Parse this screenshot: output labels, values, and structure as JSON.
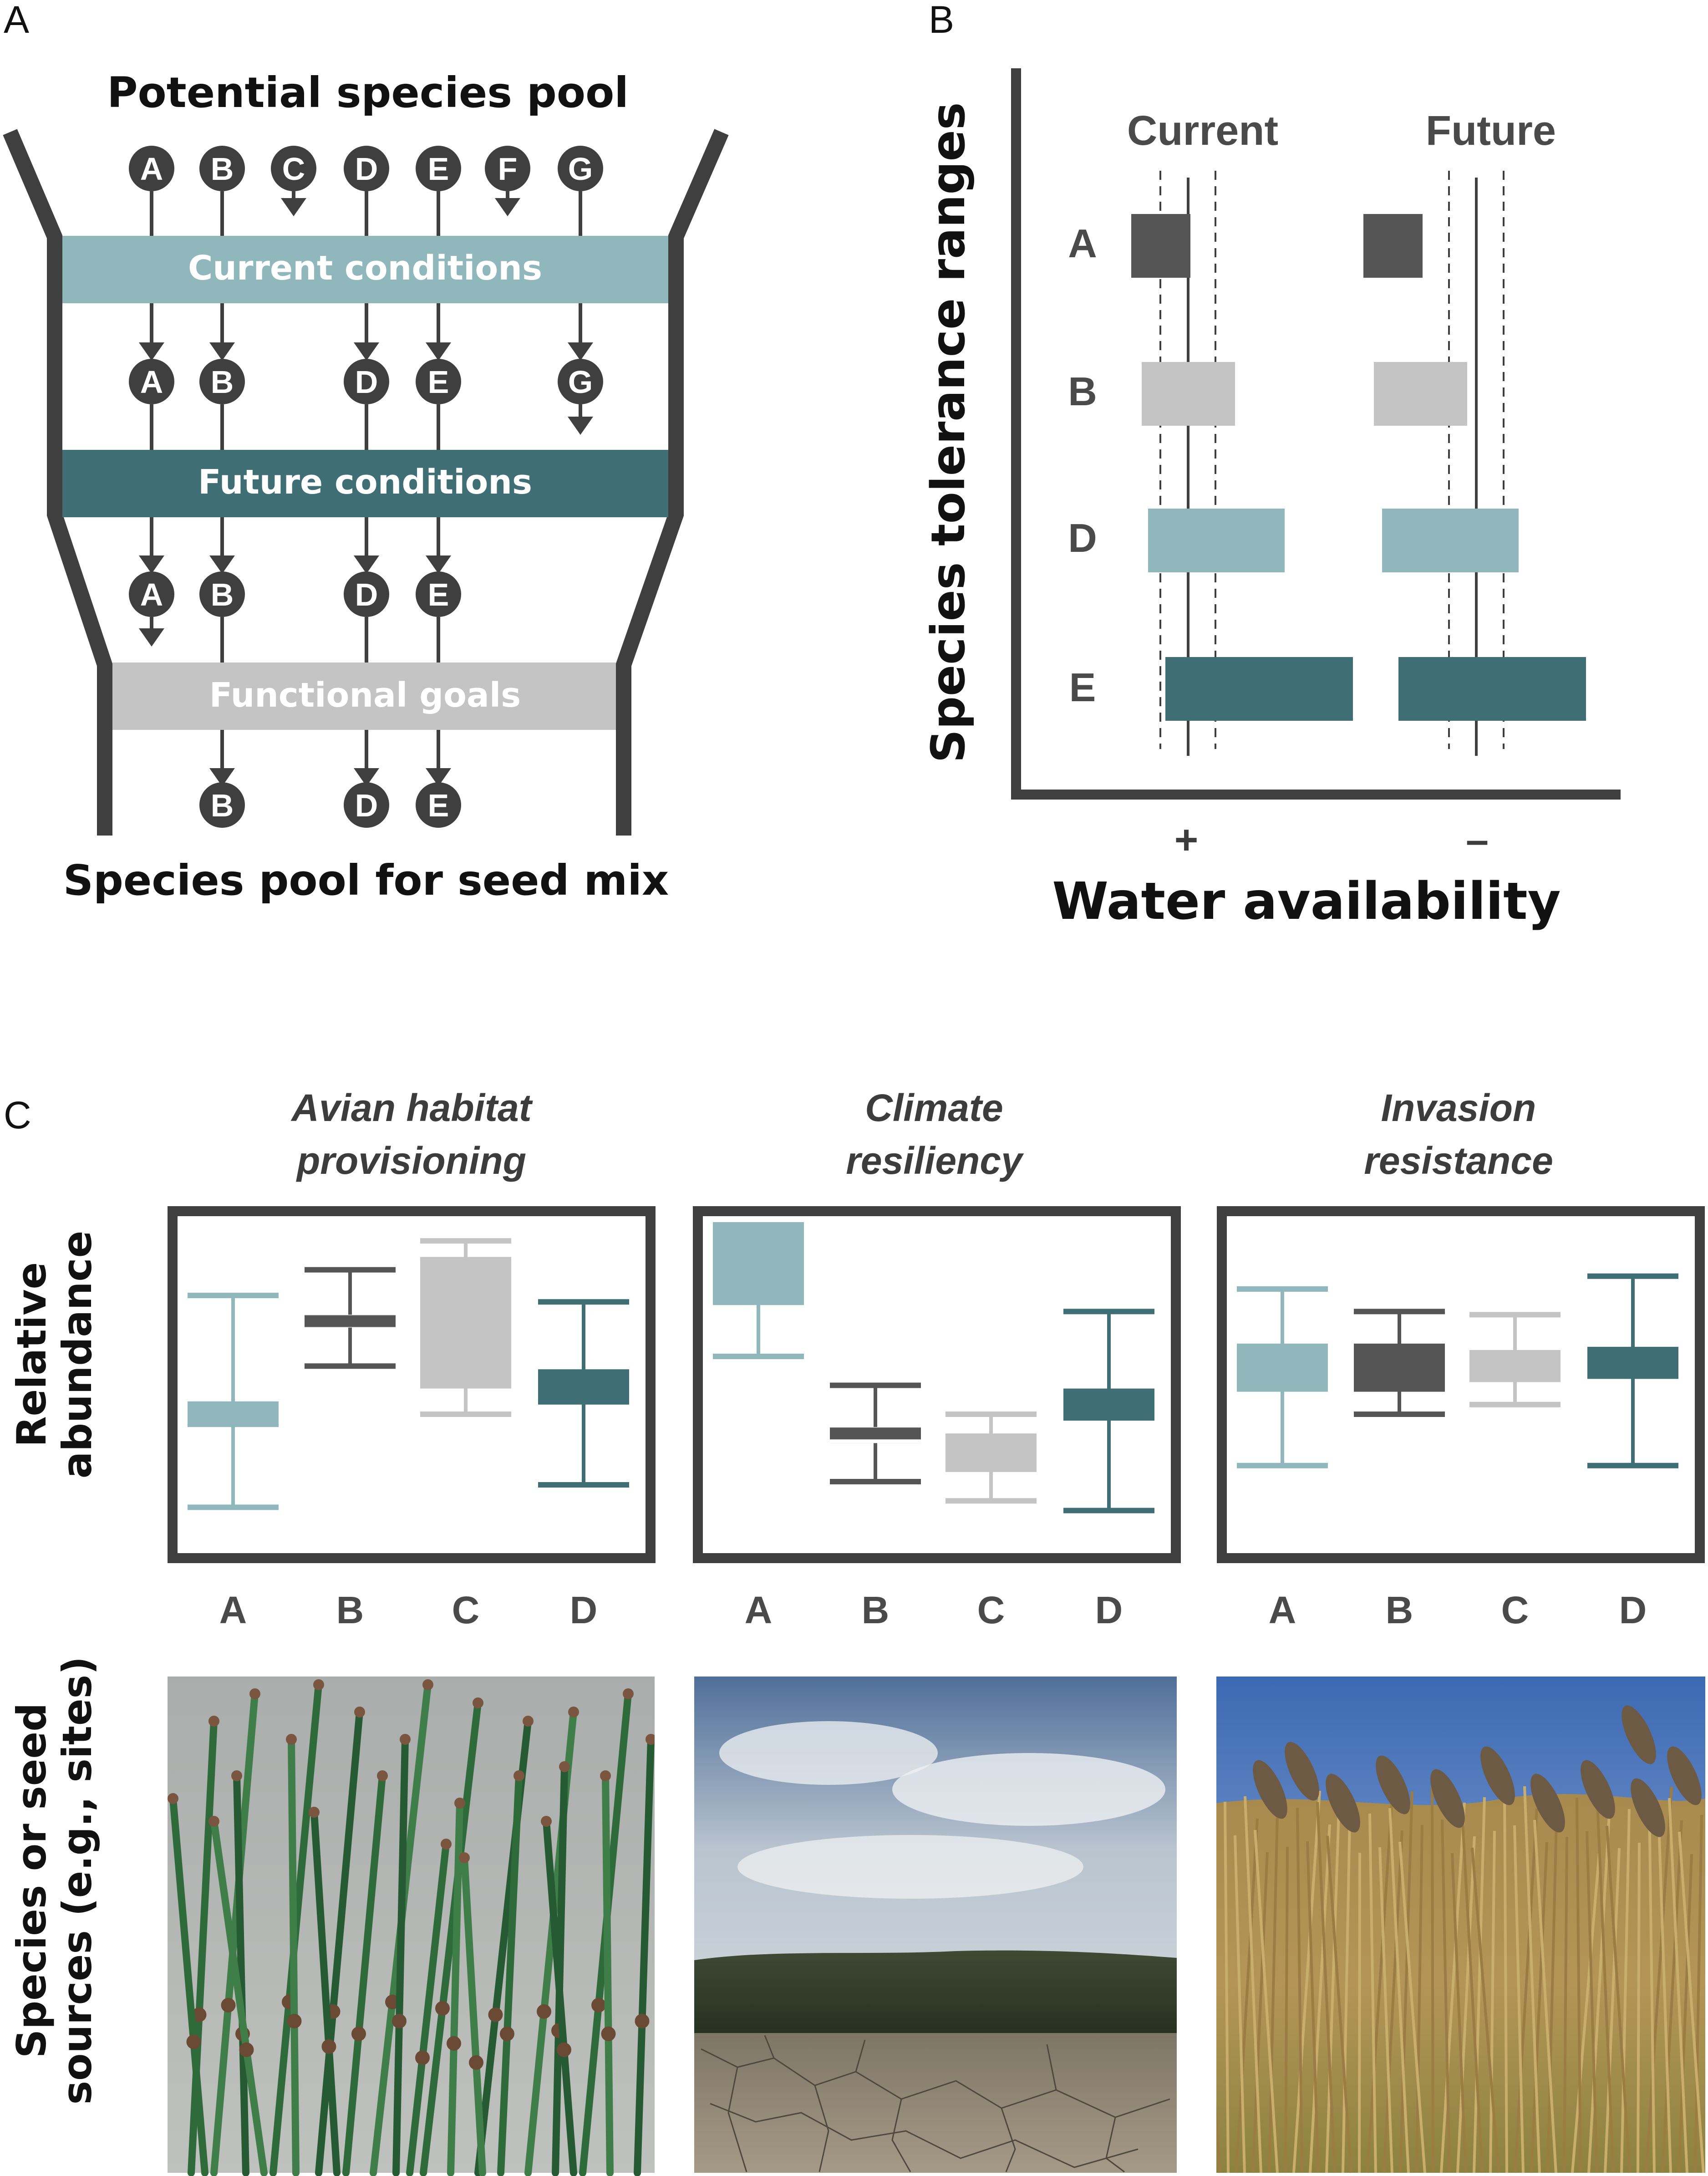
{
  "panel_a": {
    "letter": "A",
    "top_label": "Potential species pool",
    "bottom_label": "Species pool for seed mix",
    "filter_current": "Current conditions",
    "filter_future": "Future conditions",
    "filter_goals": "Functional goals",
    "row1": [
      "A",
      "B",
      "C",
      "D",
      "E",
      "F",
      "G"
    ],
    "row2": [
      "A",
      "B",
      "D",
      "E",
      "G"
    ],
    "row3": [
      "A",
      "B",
      "D",
      "E"
    ],
    "row4": [
      "B",
      "D",
      "E"
    ],
    "colors": {
      "current": "#8fb7bc",
      "future": "#3f6f74",
      "goals": "#c4c4c4",
      "dark": "#3f3f3f"
    }
  },
  "panel_b": {
    "letter": "B",
    "ylabel": "Species tolerance ranges",
    "xlabel": "Water availability",
    "group_current": "Current",
    "group_future": "Future",
    "x_plus": "+",
    "x_minus": "–",
    "species": [
      "A",
      "B",
      "D",
      "E"
    ]
  },
  "panel_c": {
    "letter": "C",
    "ylabel_top_line1": "Relative",
    "ylabel_top_line2": "abundance",
    "ylabel_bottom_line1": "Species or seed",
    "ylabel_bottom_line2": "sources (e.g., sites)",
    "titles": [
      {
        "line1": "Avian habitat",
        "line2": "provisioning"
      },
      {
        "line1": "Climate",
        "line2": "resiliency"
      },
      {
        "line1": "Invasion",
        "line2": "resistance"
      }
    ],
    "categories": [
      "A",
      "B",
      "C",
      "D"
    ]
  },
  "chart_data": [
    {
      "type": "box",
      "title": "Avian habitat provisioning",
      "categories": [
        "A",
        "B",
        "C",
        "D"
      ],
      "boxes": [
        {
          "whisker_low": 0.12,
          "q1": 0.37,
          "median": 0.45,
          "q3": 0.45,
          "whisker_high": 0.78
        },
        {
          "whisker_low": 0.56,
          "q1": 0.68,
          "median": 0.7,
          "q3": 0.72,
          "whisker_high": 0.86
        },
        {
          "whisker_low": 0.41,
          "q1": 0.49,
          "median": 0.7,
          "q3": 0.9,
          "whisker_high": 0.95
        },
        {
          "whisker_low": 0.19,
          "q1": 0.44,
          "median": 0.5,
          "q3": 0.55,
          "whisker_high": 0.76
        }
      ]
    },
    {
      "type": "box",
      "title": "Climate resiliency",
      "categories": [
        "A",
        "B",
        "C",
        "D"
      ],
      "boxes": [
        {
          "whisker_low": 0.59,
          "q1": 0.75,
          "median": 0.9,
          "q3": 1.0,
          "whisker_high": 1.0
        },
        {
          "whisker_low": 0.2,
          "q1": 0.32,
          "median": 0.35,
          "q3": 0.37,
          "whisker_high": 0.5
        },
        {
          "whisker_low": 0.14,
          "q1": 0.23,
          "median": 0.3,
          "q3": 0.35,
          "whisker_high": 0.41
        },
        {
          "whisker_low": 0.11,
          "q1": 0.39,
          "median": 0.45,
          "q3": 0.49,
          "whisker_high": 0.73
        }
      ]
    },
    {
      "type": "box",
      "title": "Invasion resistance",
      "categories": [
        "A",
        "B",
        "C",
        "D"
      ],
      "boxes": [
        {
          "whisker_low": 0.25,
          "q1": 0.48,
          "median": 0.56,
          "q3": 0.63,
          "whisker_high": 0.8
        },
        {
          "whisker_low": 0.41,
          "q1": 0.48,
          "median": 0.56,
          "q3": 0.63,
          "whisker_high": 0.73
        },
        {
          "whisker_low": 0.44,
          "q1": 0.51,
          "median": 0.56,
          "q3": 0.61,
          "whisker_high": 0.72
        },
        {
          "whisker_low": 0.25,
          "q1": 0.52,
          "median": 0.56,
          "q3": 0.62,
          "whisker_high": 0.84
        }
      ]
    },
    {
      "type": "range",
      "title": "Species tolerance ranges",
      "xlabel": "Water availability",
      "series": [
        {
          "name": "Current",
          "ranges": {
            "A": [
              0.05,
              0.27
            ],
            "B": [
              0.08,
              0.41
            ],
            "D": [
              0.1,
              0.58
            ],
            "E": [
              0.16,
              0.83
            ]
          }
        },
        {
          "name": "Future",
          "ranges": {
            "A": [
              0.05,
              0.27
            ],
            "B": [
              0.05,
              0.38
            ],
            "D": [
              0.1,
              0.58
            ],
            "E": [
              0.16,
              0.83
            ]
          }
        }
      ]
    }
  ]
}
